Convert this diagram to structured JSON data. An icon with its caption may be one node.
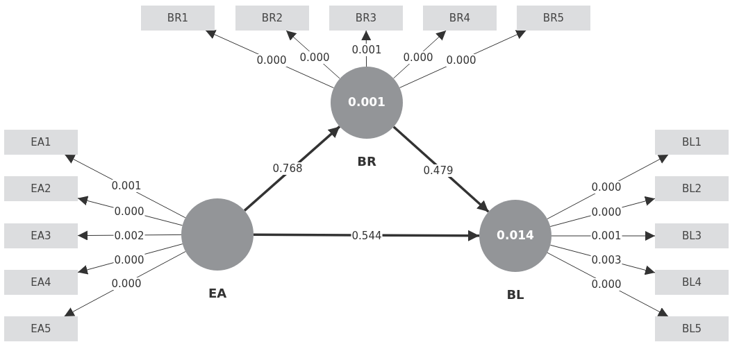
{
  "diagram": {
    "nodes": [
      {
        "text": [
          "BR1"
        ]
      },
      {
        "text": [
          "BR2"
        ]
      },
      {
        "text": [
          "BR3"
        ]
      },
      {
        "text": [
          "BR4"
        ]
      },
      {
        "text": [
          "BR5"
        ]
      },
      {
        "text": [
          "0.001"
        ],
        "beside": [
          "BR"
        ]
      },
      {
        "text": [
          "EA1"
        ]
      },
      {
        "text": [
          "EA2"
        ]
      },
      {
        "text": [
          "EA3"
        ]
      },
      {
        "text": [
          "EA4"
        ]
      },
      {
        "text": [
          "EA5"
        ]
      },
      {
        "text": [],
        "shape": "circle",
        "beside": [
          "EA"
        ]
      },
      {
        "text": [
          "0.014"
        ],
        "beside": [
          "BL"
        ]
      },
      {
        "text": [
          "BL1"
        ]
      },
      {
        "text": [
          "BL2"
        ]
      },
      {
        "text": [
          "BL3"
        ]
      },
      {
        "text": [
          "BL4"
        ]
      },
      {
        "text": [
          "BL5"
        ]
      }
    ],
    "edges": [
      {
        "from": 5,
        "to": 0,
        "arrow": "to",
        "label": "0.000"
      },
      {
        "from": 5,
        "to": 1,
        "arrow": "to",
        "label": "0.000"
      },
      {
        "from": 5,
        "to": 2,
        "arrow": "to",
        "label": "0.001"
      },
      {
        "from": 5,
        "to": 3,
        "arrow": "to",
        "label": "0.000"
      },
      {
        "from": 5,
        "to": 4,
        "arrow": "to",
        "label": "0.000"
      },
      {
        "from": 11,
        "to": 6,
        "arrow": "to",
        "label": "0.001"
      },
      {
        "from": 11,
        "to": 7,
        "arrow": "to",
        "label": "0.000"
      },
      {
        "from": 11,
        "to": 8,
        "arrow": "to",
        "label": "0.002"
      },
      {
        "from": 11,
        "to": 9,
        "arrow": "to",
        "label": "0.000"
      },
      {
        "from": 11,
        "to": 10,
        "arrow": "to",
        "label": "0.000"
      },
      {
        "from": 11,
        "to": 5,
        "arrow": "to",
        "label": "0.768",
        "style": "thick"
      },
      {
        "from": 5,
        "to": 12,
        "arrow": "to",
        "label": "0.479",
        "style": "thick"
      },
      {
        "from": 11,
        "to": 12,
        "arrow": "to",
        "label": "0.544",
        "style": "thick"
      },
      {
        "from": 12,
        "to": 13,
        "arrow": "to",
        "label": "0.000"
      },
      {
        "from": 12,
        "to": 14,
        "arrow": "to",
        "label": "0.000"
      },
      {
        "from": 12,
        "to": 15,
        "arrow": "to",
        "label": "0.001"
      },
      {
        "from": 12,
        "to": 16,
        "arrow": "to",
        "label": "0.003"
      },
      {
        "from": 12,
        "to": 17,
        "arrow": "to",
        "label": "0.000"
      }
    ]
  }
}
